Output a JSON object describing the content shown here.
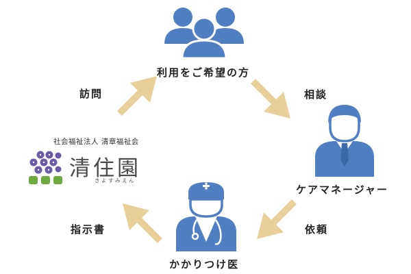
{
  "colors": {
    "icon_blue": "#4f7fc2",
    "icon_blue_dark": "#3b68a8",
    "arrow_tan": "#e8cf9a",
    "logo_purple": "#6b5aa8",
    "logo_green": "#6dab3f"
  },
  "nodes": {
    "client": {
      "label": "利用をご希望の方",
      "icon": "group-of-people-icon"
    },
    "care_manager": {
      "label": "ケアマネージャー",
      "icon": "businessman-icon"
    },
    "doctor": {
      "label": "かかりつけ医",
      "icon": "doctor-icon"
    },
    "org": {
      "subtitle": "社会福祉法人 清章福祉会",
      "name": "清住園",
      "reading": "きよすみえん",
      "icon": "hydrangea-logo-icon"
    }
  },
  "edges": {
    "consult": "相談",
    "request": "依頼",
    "instruction": "指示書",
    "visit": "訪問"
  }
}
